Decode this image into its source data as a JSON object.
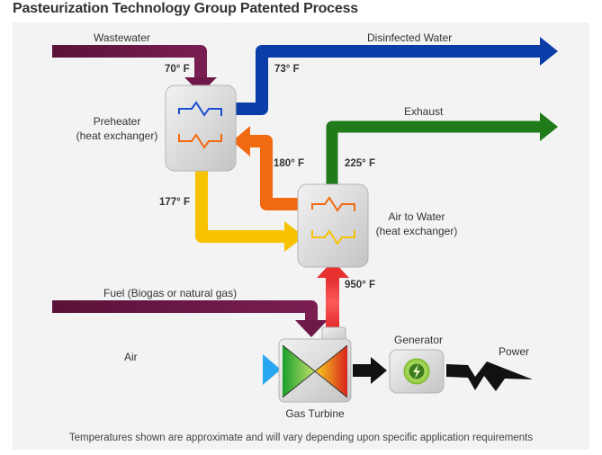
{
  "title": "Pasteurization Technology Group Patented Process",
  "footnote": "Temperatures shown are approximate and will vary depending upon specific application requirements",
  "flows": {
    "wastewater": "Wastewater",
    "disinfected_water": "Disinfected Water",
    "exhaust": "Exhaust",
    "fuel": "Fuel (Biogas or natural gas)",
    "air": "Air",
    "power": "Power"
  },
  "components": {
    "preheater_line1": "Preheater",
    "preheater_line2": "(heat exchanger)",
    "air_to_water_line1": "Air to Water",
    "air_to_water_line2": "(heat exchanger)",
    "gas_turbine": "Gas Turbine",
    "generator": "Generator"
  },
  "temperatures": {
    "wastewater_in": "70° F",
    "disinfected_out": "73° F",
    "preheater_out": "177° F",
    "exhaust_return": "180° F",
    "exhaust_out": "225° F",
    "turbine_exhaust": "950° F"
  },
  "colors": {
    "wastewater": "#6e1848",
    "disinfected": "#0a3da8",
    "exhaust": "#1f7a1a",
    "hot_return": "#f26a10",
    "preheated": "#f7c200",
    "turbine_exhaust": "#e83030",
    "air": "#28a6f0",
    "power": "#111111"
  }
}
